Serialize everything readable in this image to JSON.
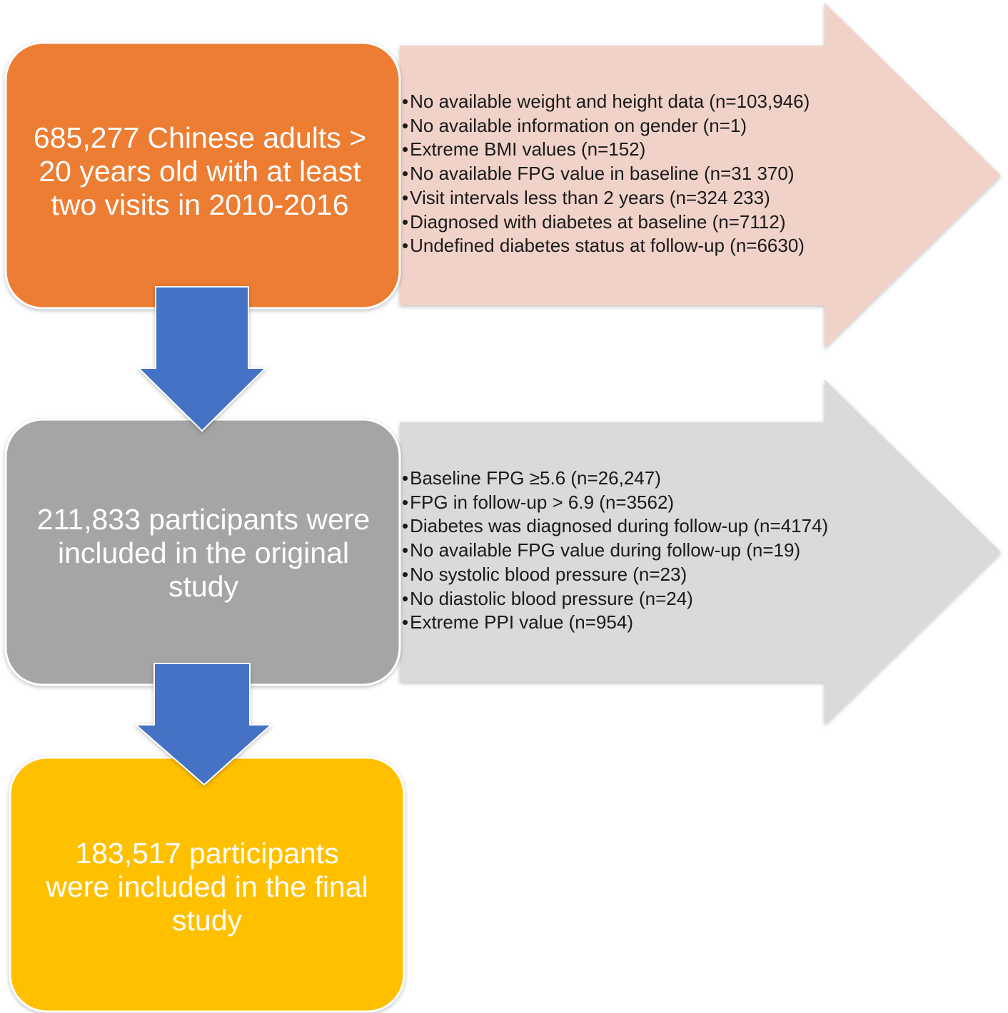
{
  "colors": {
    "box_top": "#ED7D31",
    "box_middle": "#A5A5A5",
    "box_bottom": "#FFC000",
    "down_arrow": "#4472C4",
    "exclusion_arrow_top": "#F1D2C9",
    "exclusion_arrow_bottom": "#DADADA",
    "box_text": "#FFFFFF",
    "list_text": "#1A1A1A"
  },
  "boxes": [
    {
      "id": "top",
      "text": "685,277 Chinese adults > 20 years old with at least two visits in 2010-2016"
    },
    {
      "id": "middle",
      "text": "211,833 participants were included in the original study"
    },
    {
      "id": "bottom",
      "text": "183,517 participants were included in the final study"
    }
  ],
  "exclusions": [
    {
      "items": [
        "No available weight and height data (n=103,946)",
        "No available information on gender (n=1)",
        "Extreme BMI values (n=152)",
        "No available FPG value in baseline (n=31 370)",
        "Visit intervals less than 2 years (n=324 233)",
        "Diagnosed with diabetes at baseline (n=7112)",
        "Undefined diabetes status at follow-up (n=6630)"
      ]
    },
    {
      "items": [
        "Baseline FPG ≥5.6 (n=26,247)",
        "FPG in follow-up > 6.9 (n=3562)",
        "Diabetes was diagnosed during follow-up (n=4174)",
        "No available FPG value during follow-up (n=19)",
        "No systolic blood pressure (n=23)",
        "No diastolic blood pressure (n=24)",
        "Extreme PPI value (n=954)"
      ]
    }
  ]
}
